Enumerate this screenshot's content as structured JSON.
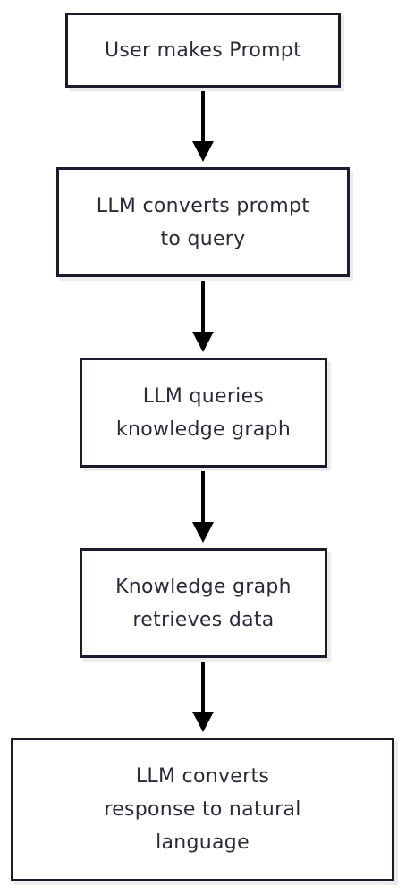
{
  "flowchart": {
    "steps": [
      {
        "label": "User makes Prompt"
      },
      {
        "label": "LLM converts prompt\nto query"
      },
      {
        "label": "LLM queries\nknowledge graph"
      },
      {
        "label": "Knowledge graph\nretrieves data"
      },
      {
        "label": "LLM converts\nresponse to natural\nlanguage"
      }
    ]
  },
  "colors": {
    "border": "#1b1b2f",
    "text": "#2a2a3a",
    "arrow": "#000000",
    "shadow": "#ececec",
    "background": "#ffffff"
  }
}
